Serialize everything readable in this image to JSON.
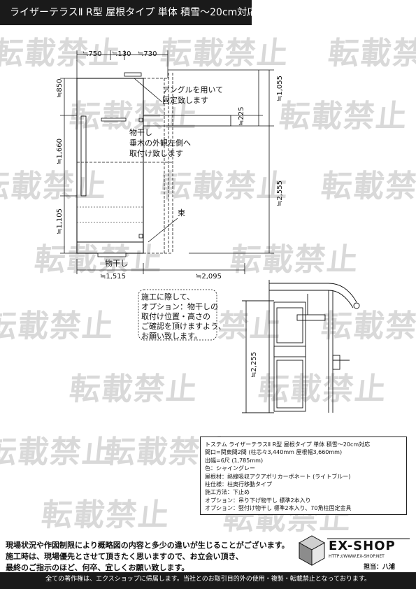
{
  "title": "ライザーテラスⅡ R型 屋根タイプ 単体 積雪～20cm対応",
  "watermark": "転載禁止",
  "plan": {
    "dims_top": [
      "≒750",
      "≒130",
      "≒730"
    ],
    "dims_left": [
      "≒850",
      "≒1,660",
      "≒1,105"
    ],
    "dims_bottom": [
      "≒1,515",
      "≒2,095"
    ],
    "dims_right": [
      "≒1,055",
      "≒2,555",
      "≒225"
    ],
    "note_angle": [
      "アングルを用いて",
      "固定致します"
    ],
    "note_monohoshi": [
      "物干し",
      "垂木の外観左側へ",
      "取付け致します"
    ],
    "label_tsuka": "束",
    "label_monohoshi": "物干し"
  },
  "callout": [
    "施工に際して、",
    "オプション：物干しの",
    "取付け位置・高さの",
    "ご確認を頂けますよう、",
    "お願い致します。"
  ],
  "elevation": {
    "dim_height": "≒2,255"
  },
  "spec": [
    "トステム ライザーテラスⅡ R型 屋根タイプ 単体 積雪～20cm対応",
    "間口=関東間2間 (柱芯々3,440mm 屋根幅3,660mm)",
    "出幅=6尺 (1,785mm)",
    "色：シャイングレー",
    "屋根材：熱線吸収アクアポリカーボネート (ライトブルー)",
    "柱仕様：柱奥行移動タイプ",
    "施工方法：下止め",
    "オプション：吊り下げ物干し 標準2本入り",
    "オプション：竪付け物干し 標準2本入り、70角柱固定金具"
  ],
  "bottom_notes": [
    "現場状況や作図制限により概略図の内容と多少の違いが生じることがございます。",
    "施工時は、現場優先とさせて頂きたく思いますので、お立会い頂き、",
    "最終のご指示のほど、何卒、宜しくお願い致します。"
  ],
  "logo": {
    "name": "EX-SHOP",
    "url": "HTTP://WWW.EX-SHOP.NET",
    "staff": "担当：八浦"
  },
  "footer": "全ての著作権は、エクスショップに帰属します。当社とのお取引目的外の使用・複製・転載禁止となっております。"
}
